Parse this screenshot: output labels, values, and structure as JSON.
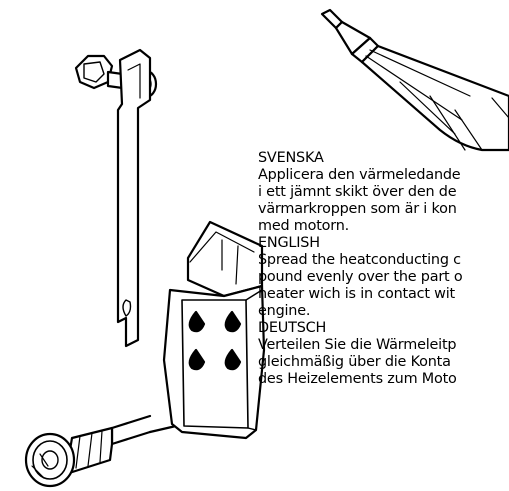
{
  "instructions": {
    "svenska": {
      "heading": "SVENSKA",
      "lines": [
        "Applicera den värmeledande",
        "i ett jämnt skikt  över den de",
        "värmarkroppen som är i kon",
        "med motorn."
      ]
    },
    "english": {
      "heading": "ENGLISH",
      "lines": [
        "Spread the heatconducting c",
        "pound evenly over the part o",
        "heater wich is in contact wit",
        "engine."
      ]
    },
    "deutsch": {
      "heading": "DEUTSCH",
      "lines": [
        "Verteilen Sie die Wärmeleitp",
        "gleichmäßig über die Konta",
        "des Heizelements zum Moto"
      ]
    }
  },
  "colors": {
    "line": "#000000",
    "background": "#ffffff"
  }
}
